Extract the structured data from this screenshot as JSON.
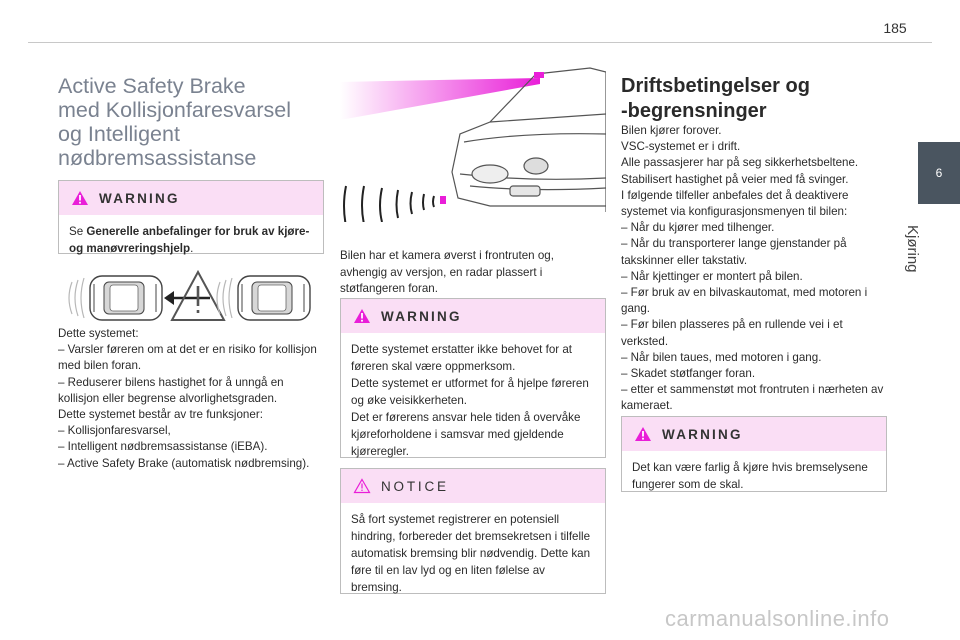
{
  "page": {
    "number": "185"
  },
  "chapter": {
    "number": "6",
    "label": "Kjøring"
  },
  "col1": {
    "title": [
      "Active Safety Brake",
      "med Kollisjonfaresvarsel",
      "og Intelligent",
      "nødbremsassistanse"
    ],
    "warning": {
      "label": "WARNING",
      "text_pre": "Se ",
      "text_bold": "Generelle anbefalinger for bruk av kjøre- og manøvreringshjelp",
      "text_post": "."
    },
    "paragraph": [
      "Dette systemet:",
      "–  Varsler føreren om at det er en risiko for kollisjon med bilen foran.",
      "–  Reduserer bilens hastighet for å unngå en kollisjon eller begrense alvorlighetsgraden.",
      "Dette systemet består av tre funksjoner:",
      "–  Kollisjonfaresvarsel,",
      "–  Intelligent nødbremsassistanse (iEBA).",
      "–  Active Safety Brake (automatisk nødbremsing)."
    ]
  },
  "col2": {
    "caption": "Bilen har et kamera øverst i frontruten og, avhengig av versjon, en radar plassert i støtfangeren foran.",
    "warning": {
      "label": "WARNING",
      "lines": [
        "Dette systemet erstatter ikke behovet for at føreren skal være oppmerksom.",
        "Dette systemet er utformet for å hjelpe føreren og øke veisikkerheten.",
        "Det er førerens ansvar hele tiden å overvåke kjøreforholdene i samsvar med gjeldende kjøreregler."
      ]
    },
    "notice": {
      "label": "NOTICE",
      "text": "Så fort systemet registrerer en potensiell hindring, forbereder det bremsekretsen i tilfelle automatisk bremsing blir nødvendig. Dette kan føre til en lav lyd og en liten følelse av bremsing."
    }
  },
  "col3": {
    "title": [
      "Driftsbetingelser og",
      "-begrensninger"
    ],
    "paragraph": [
      "Bilen kjører forover.",
      "VSC-systemet er i drift.",
      "Alle passasjerer har på seg sikkerhetsbeltene.",
      "Stabilisert hastighet på veier med få svinger.",
      "I følgende tilfeller anbefales det å deaktivere systemet via konfigurasjonsmenyen til bilen:",
      "–  Når du kjører med tilhenger.",
      "–  Når du transporterer lange gjenstander på takskinner eller takstativ.",
      "–  Når kjettinger er montert på bilen.",
      "–  Før bruk av en bilvaskautomat, med motoren i gang.",
      "–  Før bilen plasseres på en rullende vei i et verksted.",
      "–  Når bilen taues, med motoren i gang.",
      "–  Skadet støtfanger foran.",
      "–  etter et sammenstøt mot frontruten i nærheten av kameraet."
    ],
    "warning": {
      "label": "WARNING",
      "text": "Det kan være farlig å kjøre hvis bremselysene fungerer som de skal."
    }
  },
  "footer": {
    "watermark": "carmanualsonline.info"
  },
  "colors": {
    "accent_pink": "#e91ed8",
    "box_header": "#fadef5",
    "chapter_tab": "#4a5560",
    "title_grey": "#7a8290"
  },
  "icons": [
    "warning-triangle-icon",
    "notice-triangle-icon",
    "car-top-view-icon",
    "van-front-radar-icon"
  ]
}
